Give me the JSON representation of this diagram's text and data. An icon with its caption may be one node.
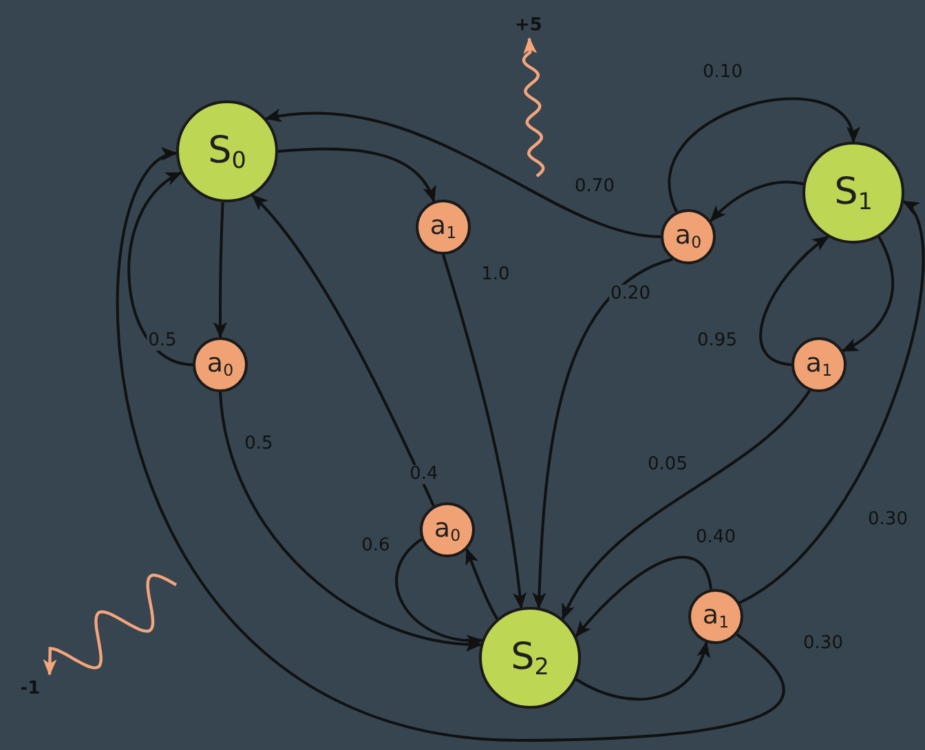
{
  "diagram": {
    "nodes": [
      {
        "text": [
          "S$_{0}$"
        ]
      },
      {
        "text": [
          "S$_{1}$"
        ]
      },
      {
        "text": [
          "a$_{1}$"
        ]
      },
      {
        "text": [
          "a$_{0}$"
        ]
      },
      {
        "text": [
          "a$_{0}$"
        ]
      },
      {
        "text": [
          "a$_{1}$"
        ]
      },
      {
        "text": [
          "a$_{0}$"
        ]
      },
      {
        "text": [
          "S$_{2}$"
        ]
      },
      {
        "text": [
          "a$_{1}$"
        ]
      },
      {
        "text": [
          "+5"
        ]
      },
      {
        "text": [
          "-1"
        ]
      }
    ],
    "edges": [
      {
        "from": 0,
        "to": 2,
        "arrow": "to"
      },
      {
        "from": 0,
        "to": 4,
        "arrow": "to"
      },
      {
        "from": 2,
        "to": 7,
        "arrow": "to",
        "label": "1.0"
      },
      {
        "from": 4,
        "to": 0,
        "arrow": "to",
        "label": "0.5"
      },
      {
        "from": 4,
        "to": 7,
        "arrow": "to",
        "label": "0.5"
      },
      {
        "from": 1,
        "to": 3,
        "arrow": "to"
      },
      {
        "from": 3,
        "to": 1,
        "arrow": "to",
        "label": "0.10"
      },
      {
        "from": 3,
        "to": 0,
        "arrow": "to",
        "label": "0.70"
      },
      {
        "from": 3,
        "to": 7,
        "arrow": "to",
        "label": "0.20"
      },
      {
        "from": 1,
        "to": 5,
        "arrow": "to"
      },
      {
        "from": 5,
        "to": 1,
        "arrow": "to",
        "label": "0.95"
      },
      {
        "from": 5,
        "to": 7,
        "arrow": "to",
        "label": "0.05"
      },
      {
        "from": 7,
        "to": 6,
        "arrow": "to"
      },
      {
        "from": 6,
        "to": 0,
        "arrow": "to",
        "label": "0.4"
      },
      {
        "from": 6,
        "to": 7,
        "arrow": "to",
        "label": "0.6"
      },
      {
        "from": 7,
        "to": 8,
        "arrow": "to"
      },
      {
        "from": 8,
        "to": 7,
        "arrow": "to",
        "label": "0.40"
      },
      {
        "from": 8,
        "to": 1,
        "arrow": "to",
        "label": "0.30"
      },
      {
        "from": 8,
        "to": 0,
        "arrow": "to",
        "label": "0.30"
      },
      {
        "from": null,
        "to": 9,
        "arrow": "to",
        "color": "#f4a57c"
      },
      {
        "from": null,
        "to": 10,
        "arrow": "to",
        "color": "#f4a57c"
      }
    ]
  }
}
